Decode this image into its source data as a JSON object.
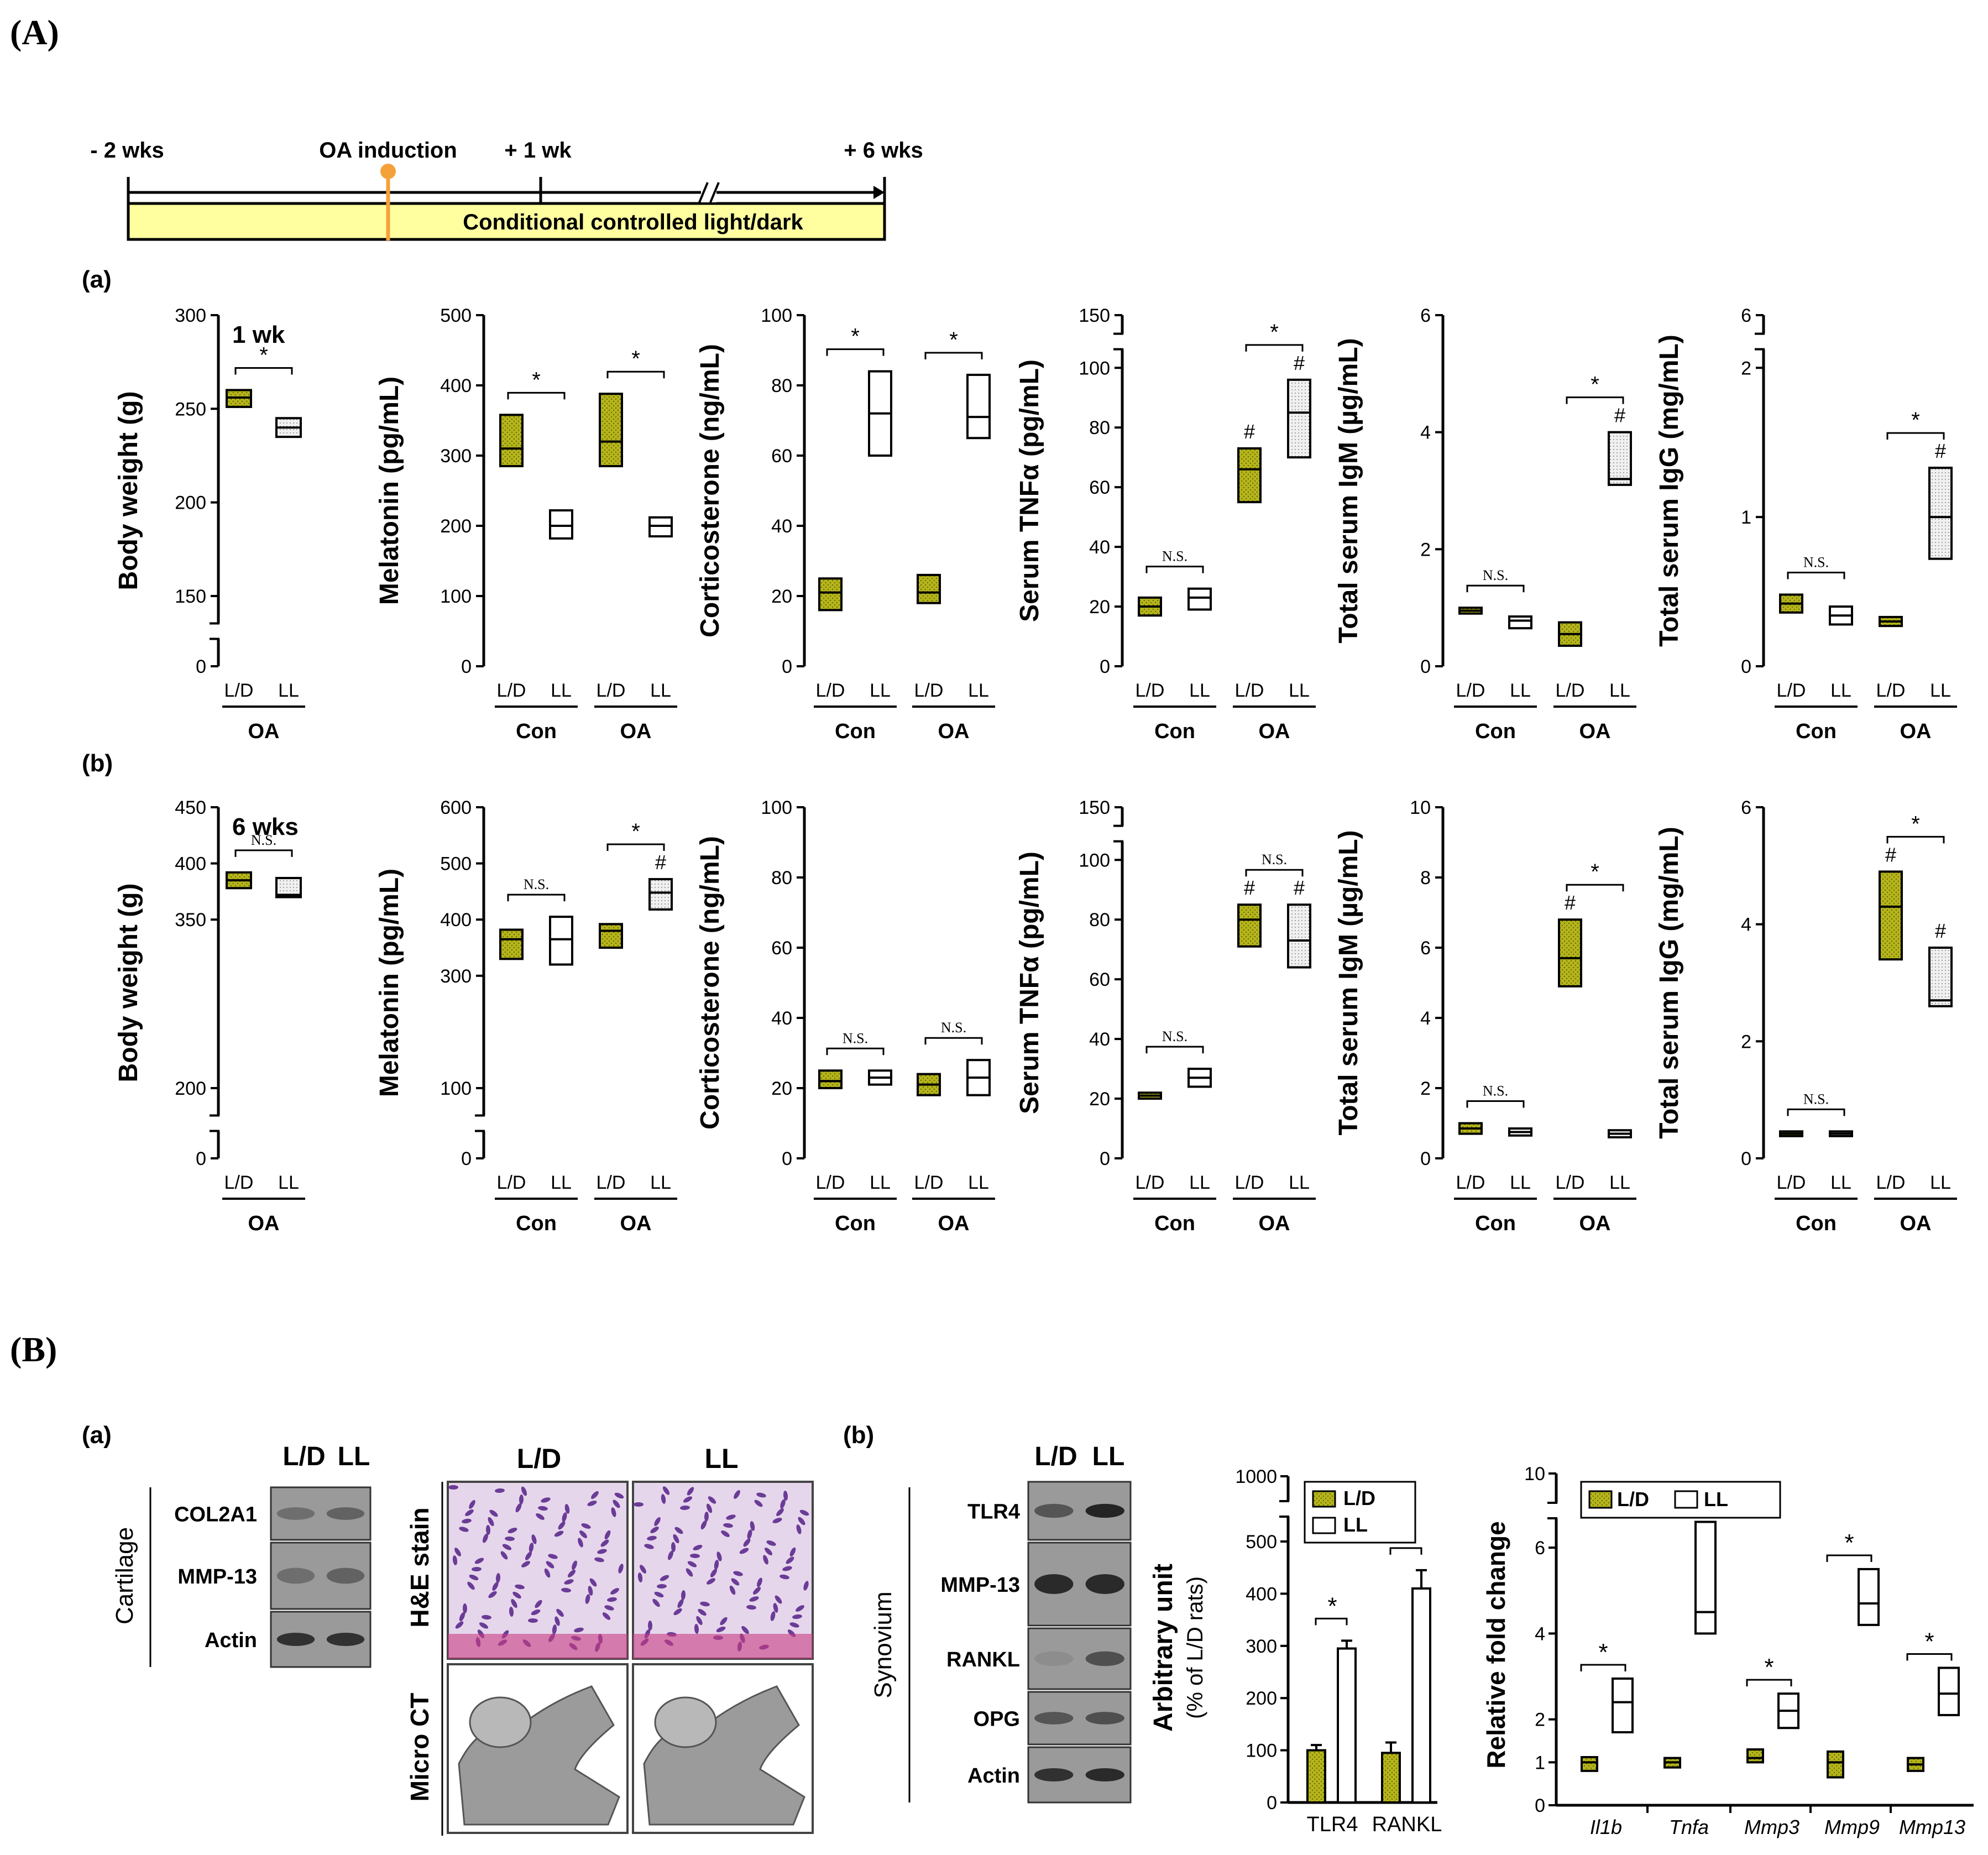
{
  "panel_labels": {
    "A": "(A)",
    "B": "(B)",
    "Aa": "(a)",
    "Ab": "(b)",
    "Ba": "(a)",
    "Bb": "(b)"
  },
  "timeline": {
    "marks": [
      "- 2 wks",
      "OA induction",
      "+ 1 wk",
      "+ 6 wks"
    ],
    "bar_label": "Conditional controlled light/dark"
  },
  "colors": {
    "ld_fill": "#b5b51c",
    "ll_fill": "#ffffff",
    "ll_dotted": "#d9d9d9",
    "timeline_bar": "#ffffa0",
    "oa_marker": "#f5a13a"
  },
  "groups": {
    "ld": "L/D",
    "ll": "LL",
    "con": "Con",
    "oa": "OA"
  },
  "chart_data": [
    {
      "id": "a1",
      "type": "box",
      "timepoint": "1 wk",
      "ylabel": "Body weight (g)",
      "ylim": [
        0,
        300
      ],
      "yticks": [
        0,
        150,
        200,
        250,
        300
      ],
      "axis_break": true,
      "categories": [
        "L/D",
        "LL"
      ],
      "group_labels": [
        "OA"
      ],
      "boxes": [
        {
          "group": "L/D",
          "low": 251,
          "median": 256,
          "high": 260
        },
        {
          "group": "LL",
          "low": 235,
          "median": 240,
          "high": 245
        }
      ],
      "annotations": [
        {
          "text": "*",
          "between": [
            0,
            1
          ]
        }
      ]
    },
    {
      "id": "a2",
      "type": "box",
      "ylabel": "Melatonin (pg/mL)",
      "ylim": [
        0,
        500
      ],
      "yticks": [
        0,
        100,
        200,
        300,
        400,
        500
      ],
      "categories": [
        "L/D",
        "LL",
        "L/D",
        "LL"
      ],
      "group_labels": [
        "Con",
        "OA"
      ],
      "boxes": [
        {
          "low": 285,
          "median": 310,
          "high": 358
        },
        {
          "low": 182,
          "median": 200,
          "high": 222
        },
        {
          "low": 285,
          "median": 320,
          "high": 388
        },
        {
          "low": 185,
          "median": 200,
          "high": 212
        }
      ],
      "annotations": [
        {
          "text": "*",
          "between": [
            0,
            1
          ]
        },
        {
          "text": "*",
          "between": [
            2,
            3
          ]
        }
      ]
    },
    {
      "id": "a3",
      "type": "box",
      "ylabel": "Corticosterone (ng/mL)",
      "ylim": [
        0,
        100
      ],
      "yticks": [
        0,
        20,
        40,
        60,
        80,
        100
      ],
      "categories": [
        "L/D",
        "LL",
        "L/D",
        "LL"
      ],
      "group_labels": [
        "Con",
        "OA"
      ],
      "boxes": [
        {
          "low": 16,
          "median": 21,
          "high": 25
        },
        {
          "low": 60,
          "median": 72,
          "high": 84
        },
        {
          "low": 18,
          "median": 21,
          "high": 26
        },
        {
          "low": 65,
          "median": 71,
          "high": 83
        }
      ],
      "annotations": [
        {
          "text": "*",
          "between": [
            0,
            1
          ]
        },
        {
          "text": "*",
          "between": [
            2,
            3
          ]
        }
      ]
    },
    {
      "id": "a4",
      "type": "box",
      "ylabel": "Serum TNFα (pg/mL)",
      "ylim": [
        0,
        150
      ],
      "yticks": [
        0,
        20,
        40,
        60,
        80,
        100,
        150
      ],
      "axis_break": true,
      "categories": [
        "L/D",
        "LL",
        "L/D",
        "LL"
      ],
      "group_labels": [
        "Con",
        "OA"
      ],
      "boxes": [
        {
          "low": 17,
          "median": 20,
          "high": 23
        },
        {
          "low": 19,
          "median": 23,
          "high": 26
        },
        {
          "low": 55,
          "median": 66,
          "high": 73
        },
        {
          "low": 70,
          "median": 85,
          "high": 96
        }
      ],
      "annotations": [
        {
          "text": "N.S.",
          "between": [
            0,
            1
          ]
        },
        {
          "text": "*",
          "between": [
            2,
            3
          ]
        },
        {
          "text": "#",
          "over": 2
        },
        {
          "text": "#",
          "over": 3
        }
      ]
    },
    {
      "id": "a5",
      "type": "box",
      "ylabel": "Total serum IgM (µg/mL)",
      "ylim": [
        0,
        6
      ],
      "yticks": [
        0,
        2,
        4,
        6
      ],
      "categories": [
        "L/D",
        "LL",
        "L/D",
        "LL"
      ],
      "group_labels": [
        "Con",
        "OA"
      ],
      "boxes": [
        {
          "low": 0.9,
          "median": 0.95,
          "high": 1.0
        },
        {
          "low": 0.65,
          "median": 0.78,
          "high": 0.85
        },
        {
          "low": 0.35,
          "median": 0.55,
          "high": 0.75
        },
        {
          "low": 3.1,
          "median": 3.2,
          "high": 4.0
        }
      ],
      "annotations": [
        {
          "text": "N.S.",
          "between": [
            0,
            1
          ]
        },
        {
          "text": "*",
          "between": [
            2,
            3
          ]
        },
        {
          "text": "#",
          "over": 3
        }
      ]
    },
    {
      "id": "a6",
      "type": "box",
      "ylabel": "Total serum IgG (mg/mL)",
      "ylim": [
        0,
        6
      ],
      "yticks": [
        0,
        1,
        2,
        6
      ],
      "axis_break": true,
      "categories": [
        "L/D",
        "LL",
        "L/D",
        "LL"
      ],
      "group_labels": [
        "Con",
        "OA"
      ],
      "boxes": [
        {
          "low": 0.36,
          "median": 0.42,
          "high": 0.48
        },
        {
          "low": 0.28,
          "median": 0.34,
          "high": 0.4
        },
        {
          "low": 0.27,
          "median": 0.3,
          "high": 0.33
        },
        {
          "low": 0.72,
          "median": 1.0,
          "high": 1.33
        }
      ],
      "annotations": [
        {
          "text": "N.S.",
          "between": [
            0,
            1
          ]
        },
        {
          "text": "*",
          "between": [
            2,
            3
          ]
        },
        {
          "text": "#",
          "over": 3
        }
      ]
    },
    {
      "id": "b1",
      "type": "box",
      "timepoint": "6 wks",
      "ylabel": "Body weight (g)",
      "ylim": [
        0,
        450
      ],
      "yticks": [
        0,
        200,
        350,
        400,
        450
      ],
      "axis_break": true,
      "categories": [
        "L/D",
        "LL"
      ],
      "group_labels": [
        "OA"
      ],
      "boxes": [
        {
          "low": 378,
          "median": 385,
          "high": 392
        },
        {
          "low": 370,
          "median": 372,
          "high": 387
        }
      ],
      "annotations": [
        {
          "text": "N.S.",
          "between": [
            0,
            1
          ]
        }
      ]
    },
    {
      "id": "b2",
      "type": "box",
      "ylabel": "Melatonin (pg/mL)",
      "ylim": [
        0,
        600
      ],
      "yticks": [
        0,
        100,
        300,
        400,
        500,
        600
      ],
      "axis_break": true,
      "categories": [
        "L/D",
        "LL",
        "L/D",
        "LL"
      ],
      "group_labels": [
        "Con",
        "OA"
      ],
      "boxes": [
        {
          "low": 330,
          "median": 365,
          "high": 382
        },
        {
          "low": 320,
          "median": 365,
          "high": 405
        },
        {
          "low": 350,
          "median": 380,
          "high": 392
        },
        {
          "low": 418,
          "median": 448,
          "high": 472
        }
      ],
      "annotations": [
        {
          "text": "N.S.",
          "between": [
            0,
            1
          ]
        },
        {
          "text": "*",
          "between": [
            2,
            3
          ]
        },
        {
          "text": "#",
          "over": 3
        }
      ]
    },
    {
      "id": "b3",
      "type": "box",
      "ylabel": "Corticosterone (ng/mL)",
      "ylim": [
        0,
        100
      ],
      "yticks": [
        0,
        20,
        40,
        60,
        80,
        100
      ],
      "categories": [
        "L/D",
        "LL",
        "L/D",
        "LL"
      ],
      "group_labels": [
        "Con",
        "OA"
      ],
      "boxes": [
        {
          "low": 20,
          "median": 22,
          "high": 25
        },
        {
          "low": 21,
          "median": 23,
          "high": 25
        },
        {
          "low": 18,
          "median": 21,
          "high": 24
        },
        {
          "low": 18,
          "median": 23,
          "high": 28
        }
      ],
      "annotations": [
        {
          "text": "N.S.",
          "between": [
            0,
            1
          ]
        },
        {
          "text": "N.S.",
          "between": [
            2,
            3
          ]
        }
      ]
    },
    {
      "id": "b4",
      "type": "box",
      "ylabel": "Serum TNFα (pg/mL)",
      "ylim": [
        0,
        150
      ],
      "yticks": [
        0,
        20,
        40,
        60,
        80,
        100,
        150
      ],
      "axis_break": true,
      "categories": [
        "L/D",
        "LL",
        "L/D",
        "LL"
      ],
      "group_labels": [
        "Con",
        "OA"
      ],
      "boxes": [
        {
          "low": 20,
          "median": 21,
          "high": 22
        },
        {
          "low": 24,
          "median": 27,
          "high": 30
        },
        {
          "low": 71,
          "median": 80,
          "high": 85
        },
        {
          "low": 64,
          "median": 73,
          "high": 85
        }
      ],
      "annotations": [
        {
          "text": "N.S.",
          "between": [
            0,
            1
          ]
        },
        {
          "text": "N.S.",
          "between": [
            2,
            3
          ]
        },
        {
          "text": "#",
          "over": 2
        },
        {
          "text": "#",
          "over": 3
        }
      ]
    },
    {
      "id": "b5",
      "type": "box",
      "ylabel": "Total serum IgM (µg/mL)",
      "ylim": [
        0,
        10
      ],
      "yticks": [
        0,
        2,
        4,
        6,
        8,
        10
      ],
      "categories": [
        "L/D",
        "LL",
        "L/D",
        "LL"
      ],
      "group_labels": [
        "Con",
        "OA"
      ],
      "boxes": [
        {
          "low": 0.7,
          "median": 0.85,
          "high": 1.0
        },
        {
          "low": 0.65,
          "median": 0.75,
          "high": 0.85
        },
        {
          "low": 4.9,
          "median": 5.7,
          "high": 6.8
        },
        {
          "low": 0.6,
          "median": 0.7,
          "high": 0.8
        }
      ],
      "annotations": [
        {
          "text": "N.S.",
          "between": [
            0,
            1
          ]
        },
        {
          "text": "*",
          "between": [
            2,
            3
          ]
        },
        {
          "text": "#",
          "over": 2
        }
      ]
    },
    {
      "id": "b6",
      "type": "box",
      "ylabel": "Total serum IgG (mg/mL)",
      "ylim": [
        0,
        6
      ],
      "yticks": [
        0,
        2,
        4,
        6
      ],
      "categories": [
        "L/D",
        "LL",
        "L/D",
        "LL"
      ],
      "group_labels": [
        "Con",
        "OA"
      ],
      "boxes": [
        {
          "low": 0.38,
          "median": 0.42,
          "high": 0.46
        },
        {
          "low": 0.38,
          "median": 0.42,
          "high": 0.46
        },
        {
          "low": 3.4,
          "median": 4.3,
          "high": 4.9
        },
        {
          "low": 2.6,
          "median": 2.7,
          "high": 3.6
        }
      ],
      "annotations": [
        {
          "text": "N.S.",
          "between": [
            0,
            1
          ]
        },
        {
          "text": "*",
          "between": [
            2,
            3
          ]
        },
        {
          "text": "#",
          "over": 2
        },
        {
          "text": "#",
          "over": 3
        }
      ]
    },
    {
      "id": "Bb_bar",
      "type": "bar",
      "ylabel": "Arbitrary unit",
      "ylabel2": "(% of L/D rats)",
      "ylim": [
        0,
        1000
      ],
      "yticks": [
        0,
        100,
        200,
        300,
        400,
        500,
        1000
      ],
      "axis_break": true,
      "categories": [
        "TLR4",
        "RANKL"
      ],
      "series": [
        {
          "name": "L/D",
          "values": [
            100,
            95
          ],
          "errors": [
            10,
            20
          ]
        },
        {
          "name": "LL",
          "values": [
            295,
            410
          ],
          "errors": [
            15,
            35
          ]
        }
      ],
      "annotations": [
        {
          "text": "*",
          "over": 0
        },
        {
          "text": "*",
          "over": 1
        }
      ]
    },
    {
      "id": "Bb_qpcr",
      "type": "box",
      "ylabel": "Relative fold change",
      "ylim": [
        0,
        10
      ],
      "yticks": [
        0,
        1,
        2,
        4,
        6,
        10
      ],
      "axis_break": true,
      "categories": [
        "Il1b",
        "Tnfa",
        "Mmp3",
        "Mmp9",
        "Mmp13"
      ],
      "series": [
        {
          "name": "L/D",
          "boxes": [
            {
              "low": 0.8,
              "median": 1.0,
              "high": 1.12
            },
            {
              "low": 0.88,
              "median": 1.0,
              "high": 1.1
            },
            {
              "low": 1.0,
              "median": 1.1,
              "high": 1.3
            },
            {
              "low": 0.65,
              "median": 1.0,
              "high": 1.25
            },
            {
              "low": 0.8,
              "median": 0.95,
              "high": 1.1
            }
          ]
        },
        {
          "name": "LL",
          "boxes": [
            {
              "low": 1.7,
              "median": 2.4,
              "high": 2.95
            },
            {
              "low": 4.0,
              "median": 4.5,
              "high": 6.6
            },
            {
              "low": 1.8,
              "median": 2.2,
              "high": 2.6
            },
            {
              "low": 4.2,
              "median": 4.7,
              "high": 5.5
            },
            {
              "low": 2.1,
              "median": 2.6,
              "high": 3.2
            }
          ]
        }
      ],
      "annotations": [
        {
          "text": "*",
          "over": 0
        },
        {
          "text": "*",
          "over": 1
        },
        {
          "text": "*",
          "over": 2
        },
        {
          "text": "*",
          "over": 3
        },
        {
          "text": "*",
          "over": 4
        }
      ]
    }
  ],
  "blots": {
    "cartilage": {
      "side_label": "Cartilage",
      "lanes": [
        "L/D",
        "LL"
      ],
      "rows": [
        "COL2A1",
        "MMP-13",
        "Actin"
      ]
    },
    "histology": {
      "cols": [
        "L/D",
        "LL"
      ],
      "rows": [
        "H&E stain",
        "Micro CT"
      ]
    },
    "synovium": {
      "side_label": "Synovium",
      "lanes": [
        "L/D",
        "LL"
      ],
      "rows": [
        "TLR4",
        "MMP-13",
        "RANKL",
        "OPG",
        "Actin"
      ]
    }
  }
}
